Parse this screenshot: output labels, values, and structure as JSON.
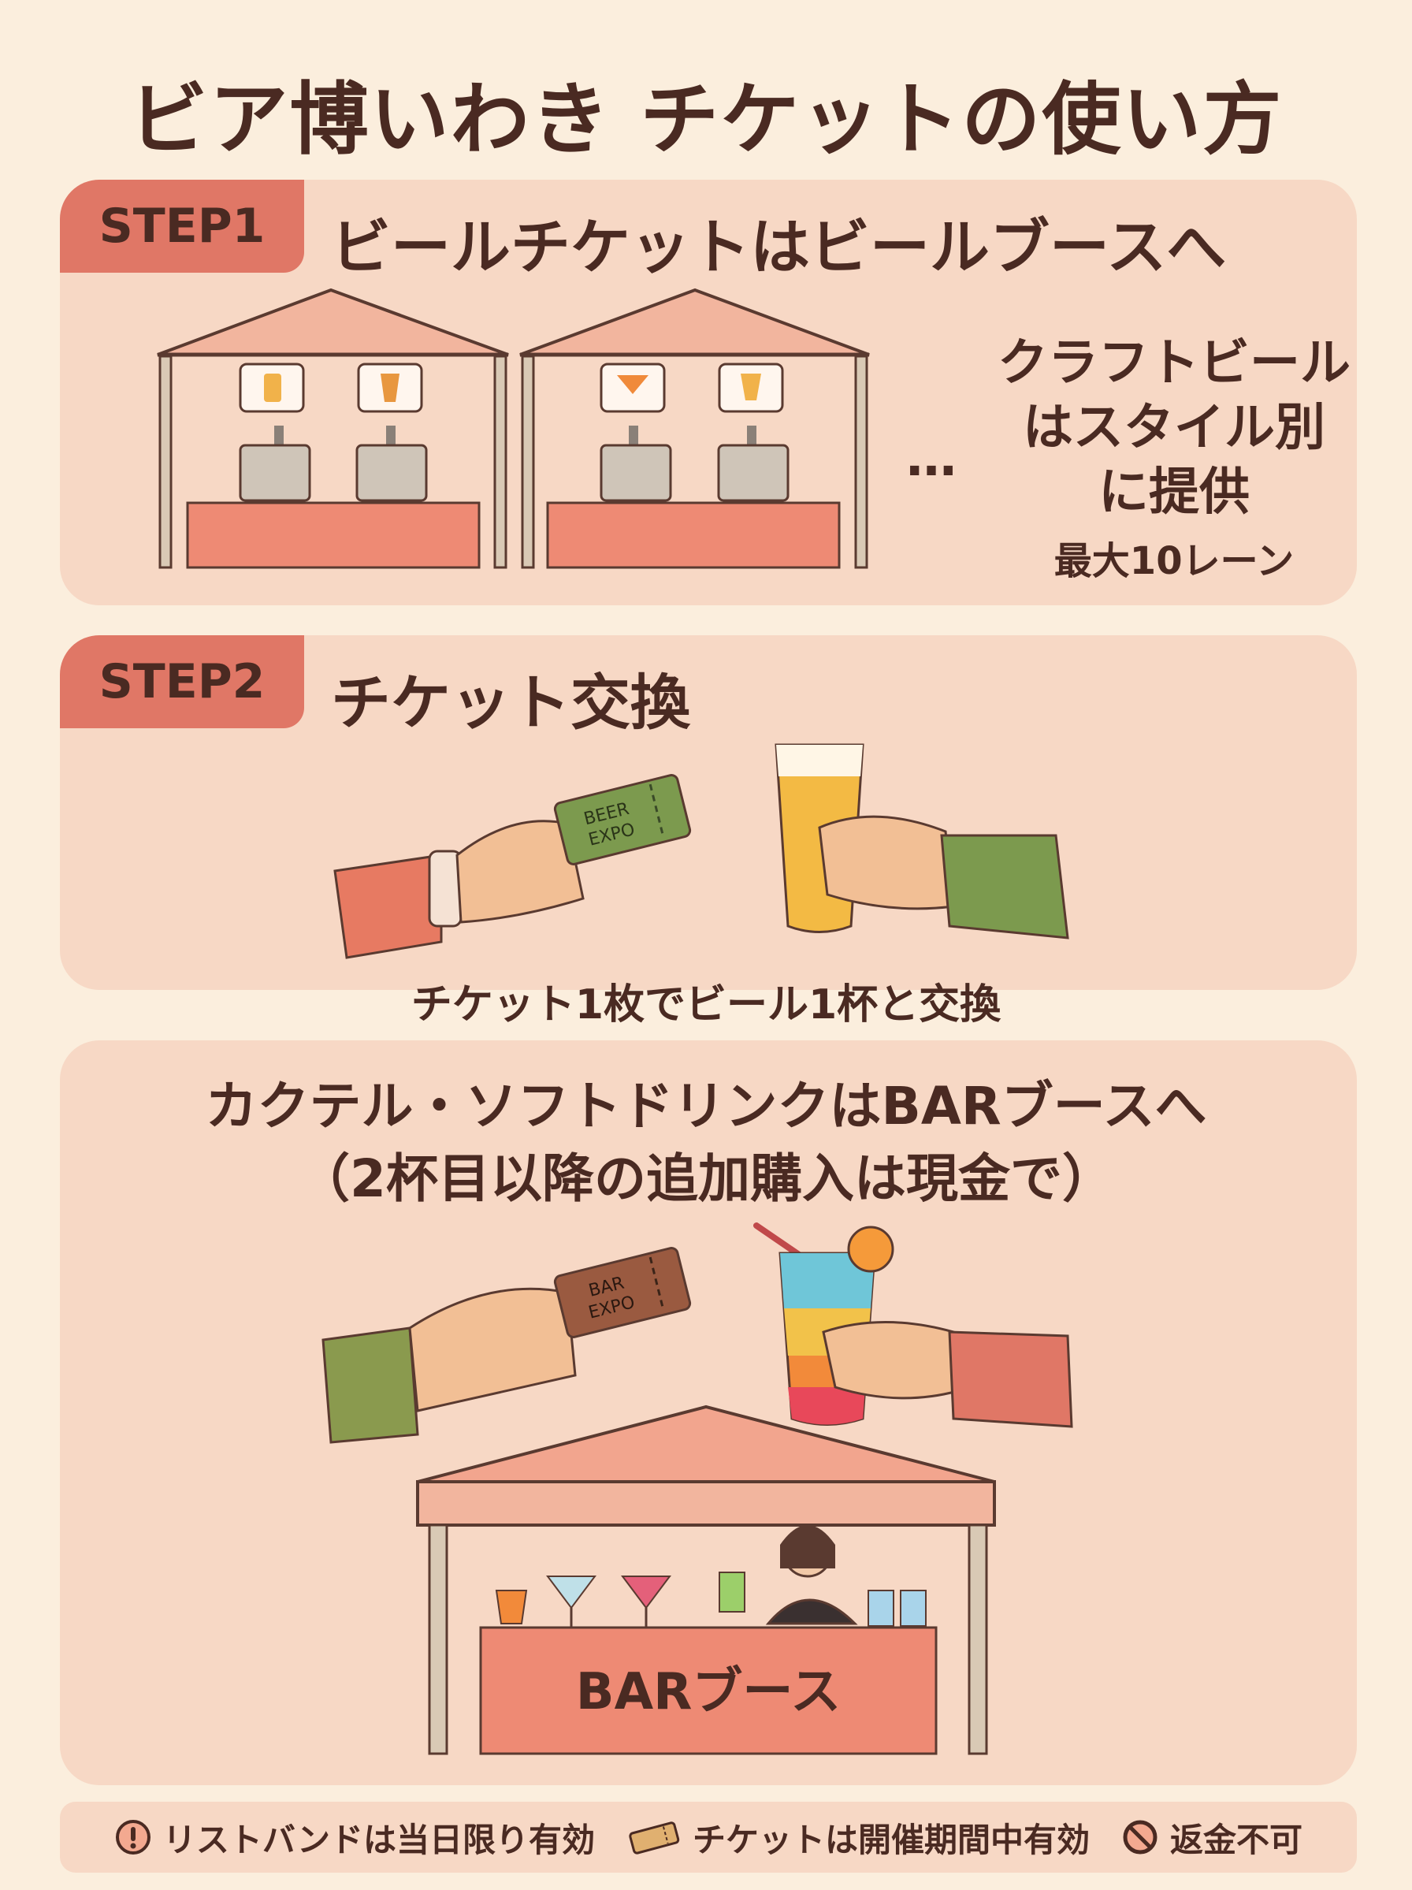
{
  "title": "ビア博いわき チケットの使い方",
  "step1": {
    "tag": "STEP1",
    "heading": "ビールチケットはビールブースへ",
    "ellipsis": "…",
    "note_lines": [
      "クラフトビール",
      "はスタイル別",
      "に提供"
    ],
    "sub": "最大10レーン"
  },
  "step2": {
    "tag": "STEP2",
    "heading": "チケット交換",
    "ticket_text": [
      "BEER",
      "EXPO"
    ],
    "caption": "チケット1枚でビール1杯と交換"
  },
  "bar": {
    "heading_lines": [
      "カクテル・ソフトドリンクはBARブースへ",
      "（2杯目以降の追加購入は現金で）"
    ],
    "ticket_text": [
      "BAR",
      "EXPO"
    ],
    "booth_label": "BARブース"
  },
  "footer": {
    "items": [
      {
        "icon": "exclamation-icon",
        "label": "リストバンドは当日限り有効"
      },
      {
        "icon": "ticket-icon",
        "label": "チケットは開催期間中有効"
      },
      {
        "icon": "prohibited-icon",
        "label": "返金不可"
      }
    ]
  },
  "colors": {
    "background": "#fbeedd",
    "panel": "#f7d8c5",
    "accent": "#e07766",
    "text": "#4a2a22",
    "ticket_green": "#7c9a4e",
    "ticket_brown": "#9a5a40"
  }
}
